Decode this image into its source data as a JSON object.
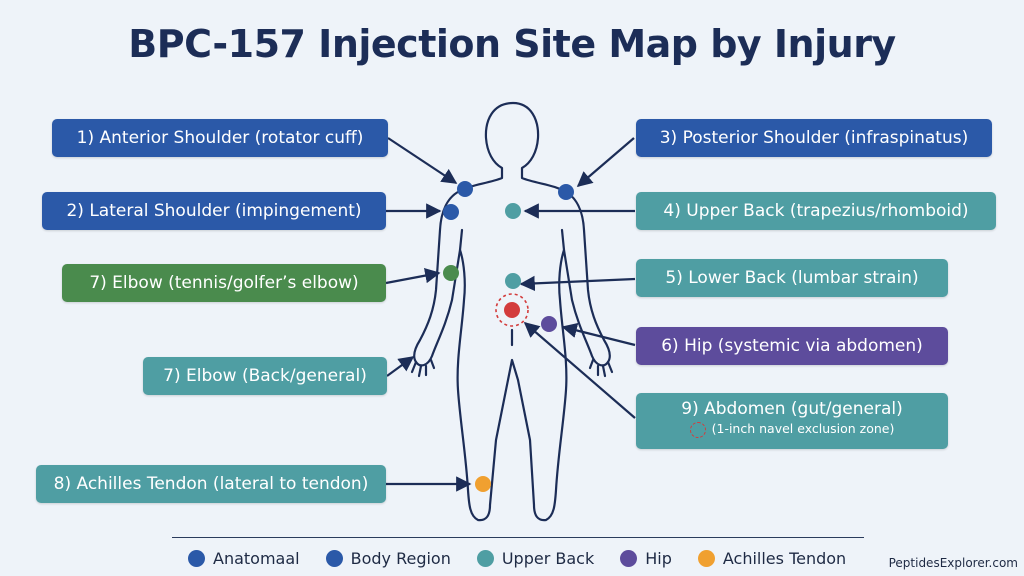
{
  "title": "BPC-157 Injection Site Map by Injury",
  "colors": {
    "blue": "#2b59a8",
    "teal": "#4f9ea3",
    "green": "#4a8b4d",
    "purple": "#5d4c9c",
    "orange": "#f0a030",
    "red": "#d33c3c",
    "navy": "#1c2d57"
  },
  "callouts": {
    "anterior_shoulder": "1) Anterior Shoulder (rotator cuff)",
    "lateral_shoulder": "2) Lateral Shoulder (impingement)",
    "elbow_tennis": "7) Elbow (tennis/golfer’s elbow)",
    "elbow_back": "7) Elbow (Back/general)",
    "achilles": "8) Achilles Tendon (lateral to tendon)",
    "posterior_shoulder": "3) Posterior Shoulder (infraspinatus)",
    "upper_back": "4) Upper Back (trapezius/rhomboid)",
    "lower_back": "5) Lower Back (lumbar strain)",
    "hip": "6) Hip (systemic via abdomen)",
    "abdomen": "9) Abdomen (gut/general)",
    "abdomen_note": "(1-inch navel exclusion zone)"
  },
  "legend": [
    {
      "label": "Anatomaal",
      "color": "#2b59a8"
    },
    {
      "label": "Body Region",
      "color": "#2b59a8"
    },
    {
      "label": "Upper Back",
      "color": "#4f9ea3"
    },
    {
      "label": "Hip",
      "color": "#5d4c9c"
    },
    {
      "label": "Achilles Tendon",
      "color": "#f0a030"
    }
  ],
  "watermark": "PeptidesExplorer.com"
}
